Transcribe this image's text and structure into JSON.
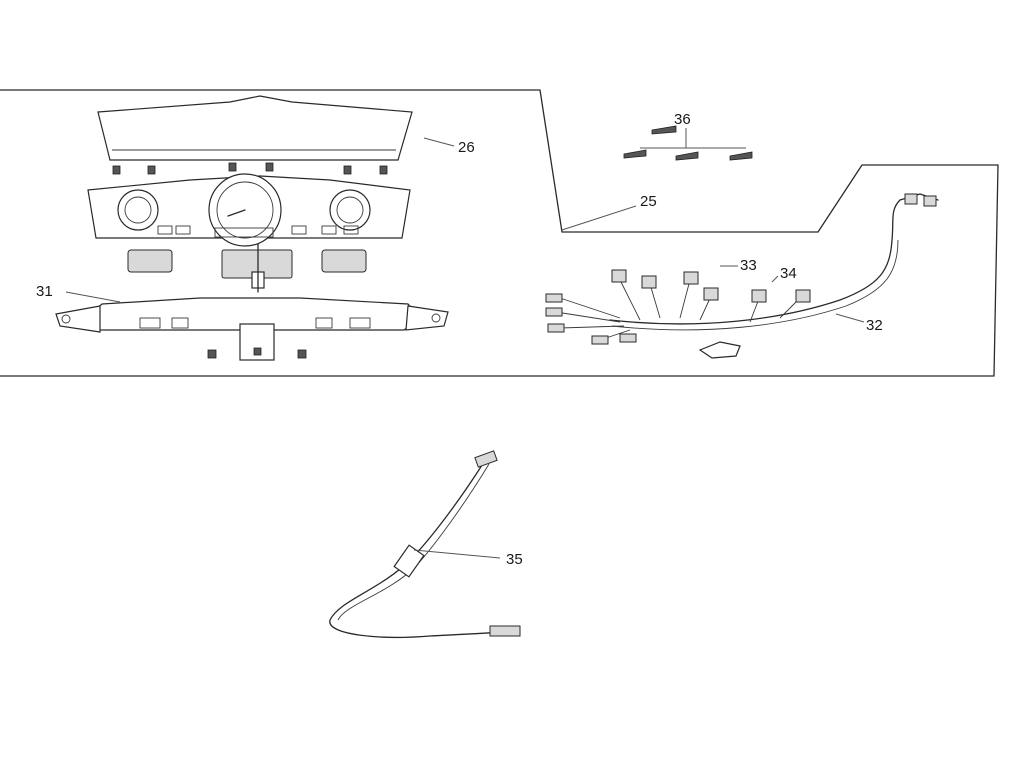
{
  "callouts": {
    "c25": "25",
    "c26": "26",
    "c31": "31",
    "c32": "32",
    "c33": "33",
    "c34": "34",
    "c35": "35",
    "c36": "36"
  }
}
